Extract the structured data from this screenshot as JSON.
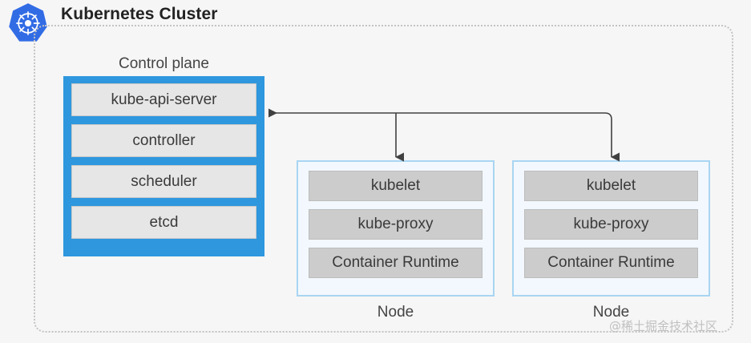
{
  "header": {
    "title": "Kubernetes Cluster",
    "logo_name": "kubernetes-helm-logo"
  },
  "cluster": {
    "boundary_name": "kubernetes-cluster-boundary"
  },
  "control_plane": {
    "label": "Control plane",
    "components": [
      {
        "label": "kube-api-server"
      },
      {
        "label": "controller"
      },
      {
        "label": "scheduler"
      },
      {
        "label": "etcd"
      }
    ]
  },
  "nodes": [
    {
      "label": "Node",
      "components": [
        {
          "label": "kubelet"
        },
        {
          "label": "kube-proxy"
        },
        {
          "label": "Container Runtime"
        }
      ]
    },
    {
      "label": "Node",
      "components": [
        {
          "label": "kubelet"
        },
        {
          "label": "kube-proxy"
        },
        {
          "label": "Container Runtime"
        }
      ]
    }
  ],
  "connectors": [
    {
      "name": "node-1-to-api-server",
      "from": "Node 1 kubelet",
      "to": "kube-api-server"
    },
    {
      "name": "node-2-to-api-server",
      "from": "Node 2 kubelet",
      "to": "kube-api-server"
    }
  ],
  "watermark": {
    "text": "@稀土掘金技术社区"
  },
  "colors": {
    "accent_blue": "#2e97de",
    "logo_blue": "#326ce5",
    "node_border": "#a9d5f2",
    "node_fill": "#f2f8fd",
    "control_plane_item": "#e6e6e6",
    "node_item": "#cccccc",
    "boundary_dash": "#c3c3c3",
    "background": "#f6f6f6",
    "connector_line": "#404040",
    "title_text": "#222222"
  }
}
